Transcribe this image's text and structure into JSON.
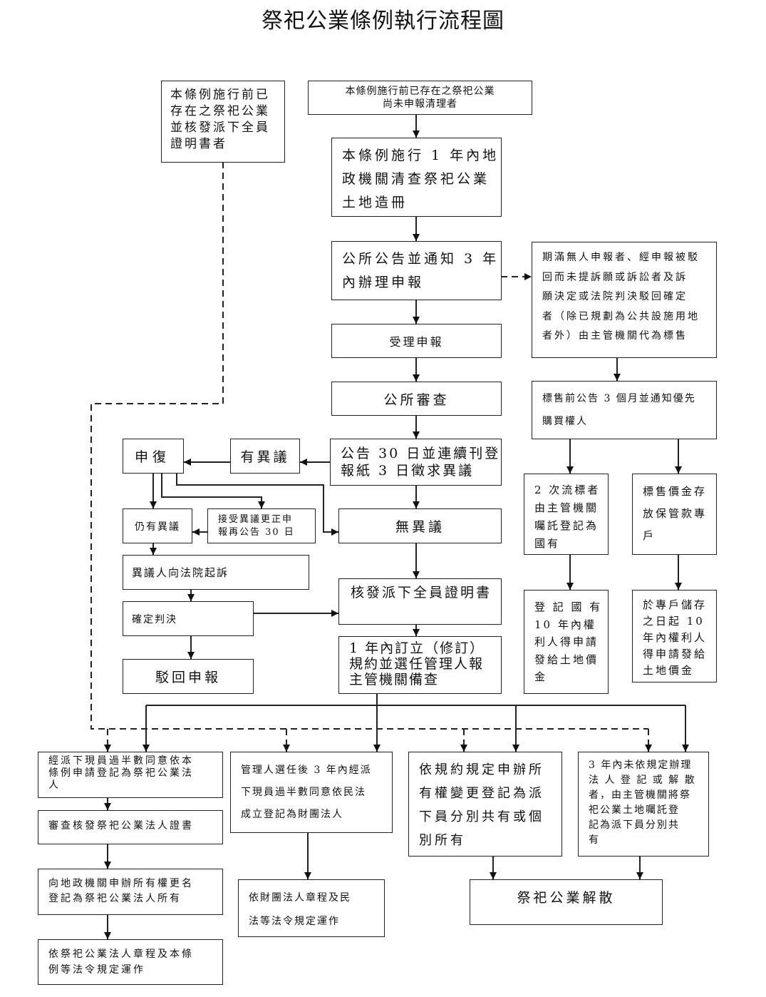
{
  "title": "祭祀公業條例執行流程圖",
  "nodes": {
    "pre_existing_certified": {
      "lines": [
        "本條例施行前已",
        "存在之祭祀公業",
        "並核發派下全員",
        "證明書者"
      ]
    },
    "pre_existing_unreported": {
      "lines": [
        "本條例施行前已存在之祭祀公業",
        "尚未申報清理者"
      ]
    },
    "land_register": {
      "lines": [
        "本條例施行 1 年內地",
        "政機關清查祭祀公業",
        "土地造冊"
      ]
    },
    "announce_notify": {
      "lines": [
        "公所公告並通知 3 年",
        "內辦理申報"
      ]
    },
    "accept_report": {
      "lines": [
        "受理申報"
      ]
    },
    "office_review": {
      "lines": [
        "公所審查"
      ]
    },
    "announce_30_days": {
      "lines": [
        "公告 30 日並連續刊登",
        "報紙 3 日徵求異議"
      ]
    },
    "objection": {
      "lines": [
        "有異議"
      ]
    },
    "reply": {
      "lines": [
        "申復"
      ]
    },
    "still_objection": {
      "lines": [
        "仍有異議"
      ]
    },
    "accept_objection": {
      "lines": [
        "接受異議更正申",
        "報再公告 30 日"
      ]
    },
    "no_objection": {
      "lines": [
        "無異議"
      ]
    },
    "objector_sue": {
      "lines": [
        "異議人向法院起訴"
      ]
    },
    "final_judgment": {
      "lines": [
        "確定判決"
      ]
    },
    "reject_report": {
      "lines": [
        "駁回申報"
      ]
    },
    "issue_certificate": {
      "lines": [
        "核發派下全員證明書"
      ]
    },
    "within_1_year": {
      "lines": [
        "1 年內訂立（修訂）",
        "規約並選任管理人報",
        "主管機關備查"
      ]
    },
    "expired_unreported": {
      "lines": [
        "期滿無人申報者、經申報被駁",
        "回而未提訴願或訴訟者及訴",
        "願決定或法院判決駁回確定",
        "者（除已規劃為公共設施用地",
        "者外）由主管機關代為標售"
      ]
    },
    "pre_sale_notice": {
      "lines": [
        "標售前公告 3 個月並通知優先",
        "購買權人"
      ]
    },
    "failed_auction": {
      "lines": [
        "2 次流標者",
        "由主管機關",
        "囑託登記為",
        "國有"
      ]
    },
    "proceeds_deposit": {
      "lines": [
        "標售價金存",
        "放保管款專",
        "戶"
      ]
    },
    "state_registration": {
      "lines": [
        "登 記 國 有",
        "10  年內權",
        "利人得申請",
        "發給土地價",
        "金"
      ]
    },
    "account_deposit": {
      "lines": [
        "於專戶儲存",
        "之日起 10",
        "年內權利人",
        "得申請發給",
        "土地價金"
      ]
    },
    "legal_person_apply": {
      "lines": [
        "經派下現員過半數同意依本",
        "條例申請登記為祭祀公業法",
        "人"
      ]
    },
    "review_certificate": {
      "lines": [
        "審查核發祭祀公業法人證書"
      ]
    },
    "rename_registration": {
      "lines": [
        "向地政機關申辦所有權更名",
        "登記為祭祀公業法人所有"
      ]
    },
    "operate_by_charter": {
      "lines": [
        "依祭祀公業法人章程及本條",
        "例等法令規定運作"
      ]
    },
    "foundation_registration": {
      "lines": [
        "管理人選任後 3 年內經派",
        "下現員過半數同意依民法",
        "成立登記為財團法人"
      ]
    },
    "foundation_operate": {
      "lines": [
        "依財團法人章程及民",
        "法等法令規定運作"
      ]
    },
    "ownership_change": {
      "lines": [
        "依規約規定申辦所",
        "有權變更登記為派",
        "下員分別共有或個",
        "別所有"
      ]
    },
    "entrusted_registration": {
      "lines": [
        "3 年內未依規定辦理",
        "法 人 登 記 或 解 散",
        "者，由主管機關將祭",
        "祀公業土地囑託登",
        "記為派下員分別共",
        "有"
      ]
    },
    "dissolution": {
      "lines": [
        "祭祀公業解散"
      ]
    }
  },
  "colors": {
    "line": "#222222",
    "background": "#ffffff",
    "text": "#111111"
  }
}
